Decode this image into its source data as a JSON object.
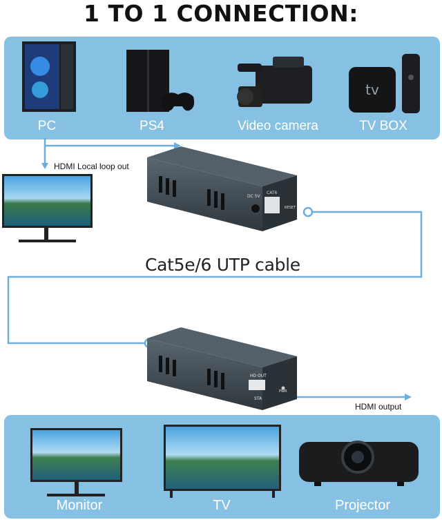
{
  "title": "1 TO 1 CONNECTION:",
  "sources": [
    {
      "label": "PC",
      "icon": "pc-tower-icon"
    },
    {
      "label": "PS4",
      "icon": "ps4-console-icon"
    },
    {
      "label": "Video camera",
      "icon": "video-camera-icon"
    },
    {
      "label": "TV BOX",
      "icon": "tv-box-icon"
    }
  ],
  "loop_out_label": "HDMI Local loop out",
  "cable_label": "Cat5e/6 UTP cable",
  "hdmi_output_label": "HDMI output",
  "transmitter": {
    "port_labels": [
      "DC 5V",
      "CAT6",
      "RESET"
    ]
  },
  "receiver": {
    "port_labels": [
      "HD OUT",
      "STA",
      "PWR"
    ]
  },
  "destinations": [
    {
      "label": "Monitor",
      "icon": "monitor-icon"
    },
    {
      "label": "TV",
      "icon": "tv-icon"
    },
    {
      "label": "Projector",
      "icon": "projector-icon"
    }
  ],
  "colors": {
    "panel": "#86c1e3",
    "line": "#6aaede",
    "device": "#3f4a52"
  }
}
